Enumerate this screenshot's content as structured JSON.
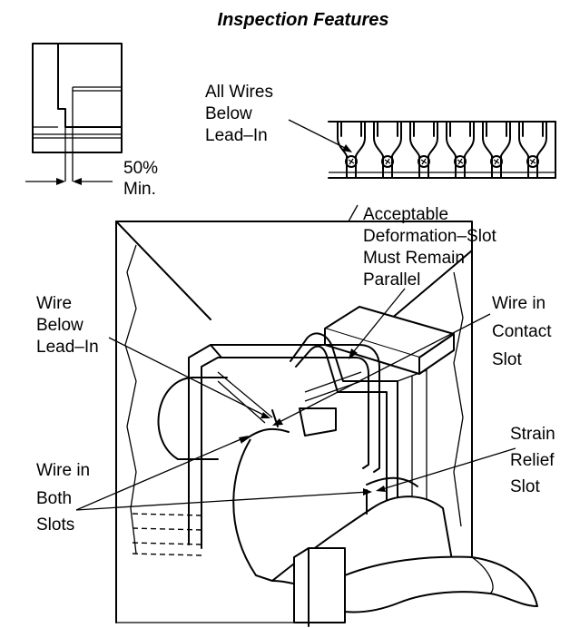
{
  "title": "Inspection Features",
  "labels": {
    "fifty_pct": [
      "50%",
      "Min."
    ],
    "all_wires": [
      "All Wires",
      "Below",
      "Lead–In"
    ],
    "acceptable": [
      "Acceptable",
      "Deformation–Slot",
      "Must Remain",
      "Parallel"
    ],
    "wire_below": [
      "Wire",
      "Below",
      "Lead–In"
    ],
    "wire_contact": [
      "Wire in",
      "Contact",
      "Slot"
    ],
    "strain_relief": [
      "Strain",
      "Relief",
      "Slot"
    ],
    "wire_both": [
      "Wire in",
      "Both",
      "Slots"
    ]
  }
}
